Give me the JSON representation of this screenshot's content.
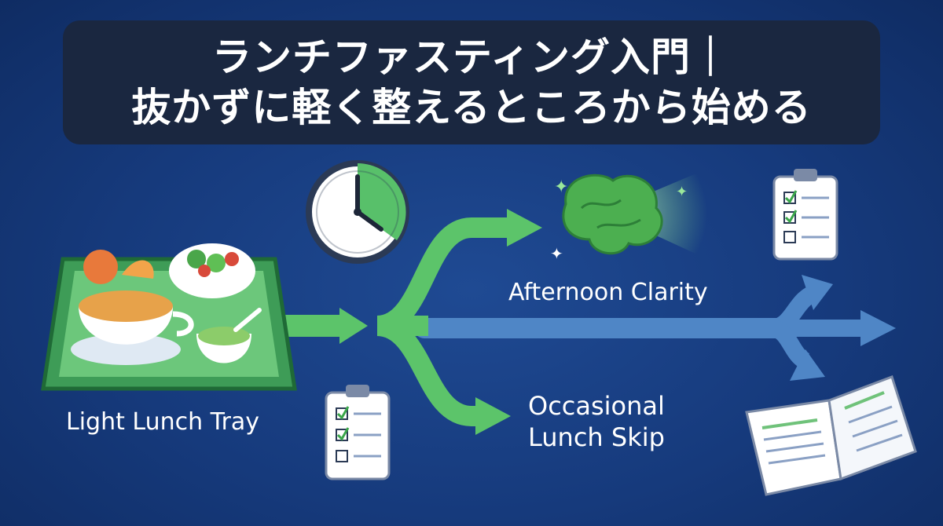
{
  "title": {
    "line1": "ランチファスティング入門｜",
    "line2": "抜かずに軽く整えるところから始める"
  },
  "labels": {
    "light_lunch_tray": "Light Lunch Tray",
    "afternoon_clarity": "Afternoon Clarity",
    "occasional_lunch_skip_line1": "Occasional",
    "occasional_lunch_skip_line2": "Lunch Skip"
  },
  "colors": {
    "background": "#163a7c",
    "title_box": "#1a2740",
    "green_path": "#5cc46a",
    "blue_path": "#4f86c6"
  },
  "icons": [
    "lunch-tray-icon",
    "clock-icon",
    "brain-icon",
    "clipboard-icon",
    "open-book-icon"
  ]
}
